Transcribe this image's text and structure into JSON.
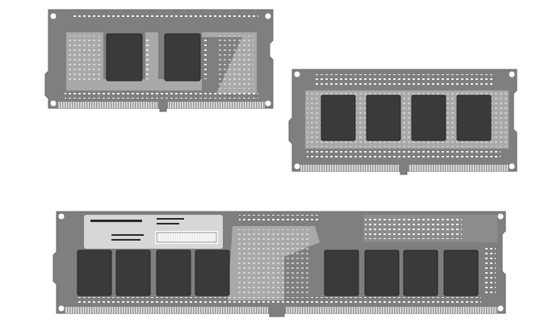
{
  "scene": {
    "background": "#ffffff",
    "colors": {
      "pcb": "#7f7f7f",
      "pcb_edge": "#6a6a6a",
      "trace_area": "#a9a9a9",
      "chip": "#3a3a3a",
      "chip_edge": "#262626",
      "pin": "#e6e6e6",
      "label": "#d7d7d7",
      "label_text": "#2a2a2a",
      "hole": "#ffffff"
    },
    "modules": [
      {
        "name": "small-memory-module-left",
        "chip_count": 2,
        "has_label": false
      },
      {
        "name": "small-memory-module-right",
        "chip_count": 4,
        "has_label": false
      },
      {
        "name": "large-memory-module-bottom",
        "chip_count": 8,
        "has_label": true
      }
    ]
  }
}
